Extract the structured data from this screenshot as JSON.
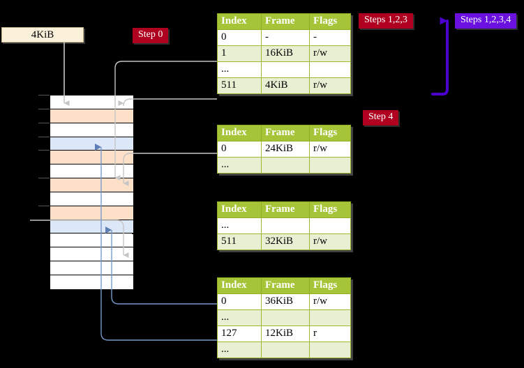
{
  "labels": {
    "kib_box": "4KiB",
    "step0": "Step 0",
    "steps123": "Steps 1,2,3",
    "steps1234": "Steps 1,2,3,4",
    "step4": "Step 4"
  },
  "colors": {
    "header_green": "#a6c438",
    "alt_row": "#e9efd2",
    "highlight": "#ffffaa",
    "badge_red": "#b00020",
    "badge_blue": "#6a11e0",
    "mem_orange": "#fce0c8",
    "mem_blue": "#dce7f7",
    "connector_grey": "#b3b3b3",
    "connector_blue": "#7799cc"
  },
  "tables": [
    {
      "name": "pml4-table",
      "columns": [
        "Index",
        "Frame",
        "Flags"
      ],
      "rows": [
        {
          "index": "0",
          "frame": "-",
          "flags": "-",
          "style": "norm",
          "highlight": false
        },
        {
          "index": "1",
          "frame": "16KiB",
          "flags": "r/w",
          "style": "alt",
          "highlight": false
        },
        {
          "index": "...",
          "frame": "",
          "flags": "",
          "style": "norm",
          "highlight": false
        },
        {
          "index": "511",
          "frame": "4KiB",
          "flags": "r/w",
          "style": "alt",
          "highlight": true
        }
      ]
    },
    {
      "name": "pdp-table",
      "columns": [
        "Index",
        "Frame",
        "Flags"
      ],
      "rows": [
        {
          "index": "0",
          "frame": "24KiB",
          "flags": "r/w",
          "style": "norm",
          "highlight": false
        },
        {
          "index": "...",
          "frame": "",
          "flags": "",
          "style": "alt",
          "highlight": false
        }
      ]
    },
    {
      "name": "pd-table",
      "columns": [
        "Index",
        "Frame",
        "Flags"
      ],
      "rows": [
        {
          "index": "...",
          "frame": "",
          "flags": "",
          "style": "norm",
          "highlight": false
        },
        {
          "index": "511",
          "frame": "32KiB",
          "flags": "r/w",
          "style": "alt",
          "highlight": false
        }
      ]
    },
    {
      "name": "pt-table",
      "columns": [
        "Index",
        "Frame",
        "Flags"
      ],
      "rows": [
        {
          "index": "0",
          "frame": "36KiB",
          "flags": "r/w",
          "style": "norm",
          "highlight": false
        },
        {
          "index": "...",
          "frame": "",
          "flags": "",
          "style": "alt",
          "highlight": false
        },
        {
          "index": "127",
          "frame": "12KiB",
          "flags": "r",
          "style": "norm",
          "highlight": false
        },
        {
          "index": "...",
          "frame": "",
          "flags": "",
          "style": "alt",
          "highlight": false
        }
      ]
    }
  ],
  "memory_column": {
    "name": "physical-memory-column",
    "rows": [
      {
        "fill": "white"
      },
      {
        "fill": "orange"
      },
      {
        "fill": "white"
      },
      {
        "fill": "blue"
      },
      {
        "fill": "orange"
      },
      {
        "fill": "white"
      },
      {
        "fill": "orange"
      },
      {
        "fill": "white"
      },
      {
        "fill": "orange"
      },
      {
        "fill": "blue"
      },
      {
        "fill": "white"
      },
      {
        "fill": "white"
      },
      {
        "fill": "white"
      },
      {
        "fill": "white"
      }
    ]
  }
}
